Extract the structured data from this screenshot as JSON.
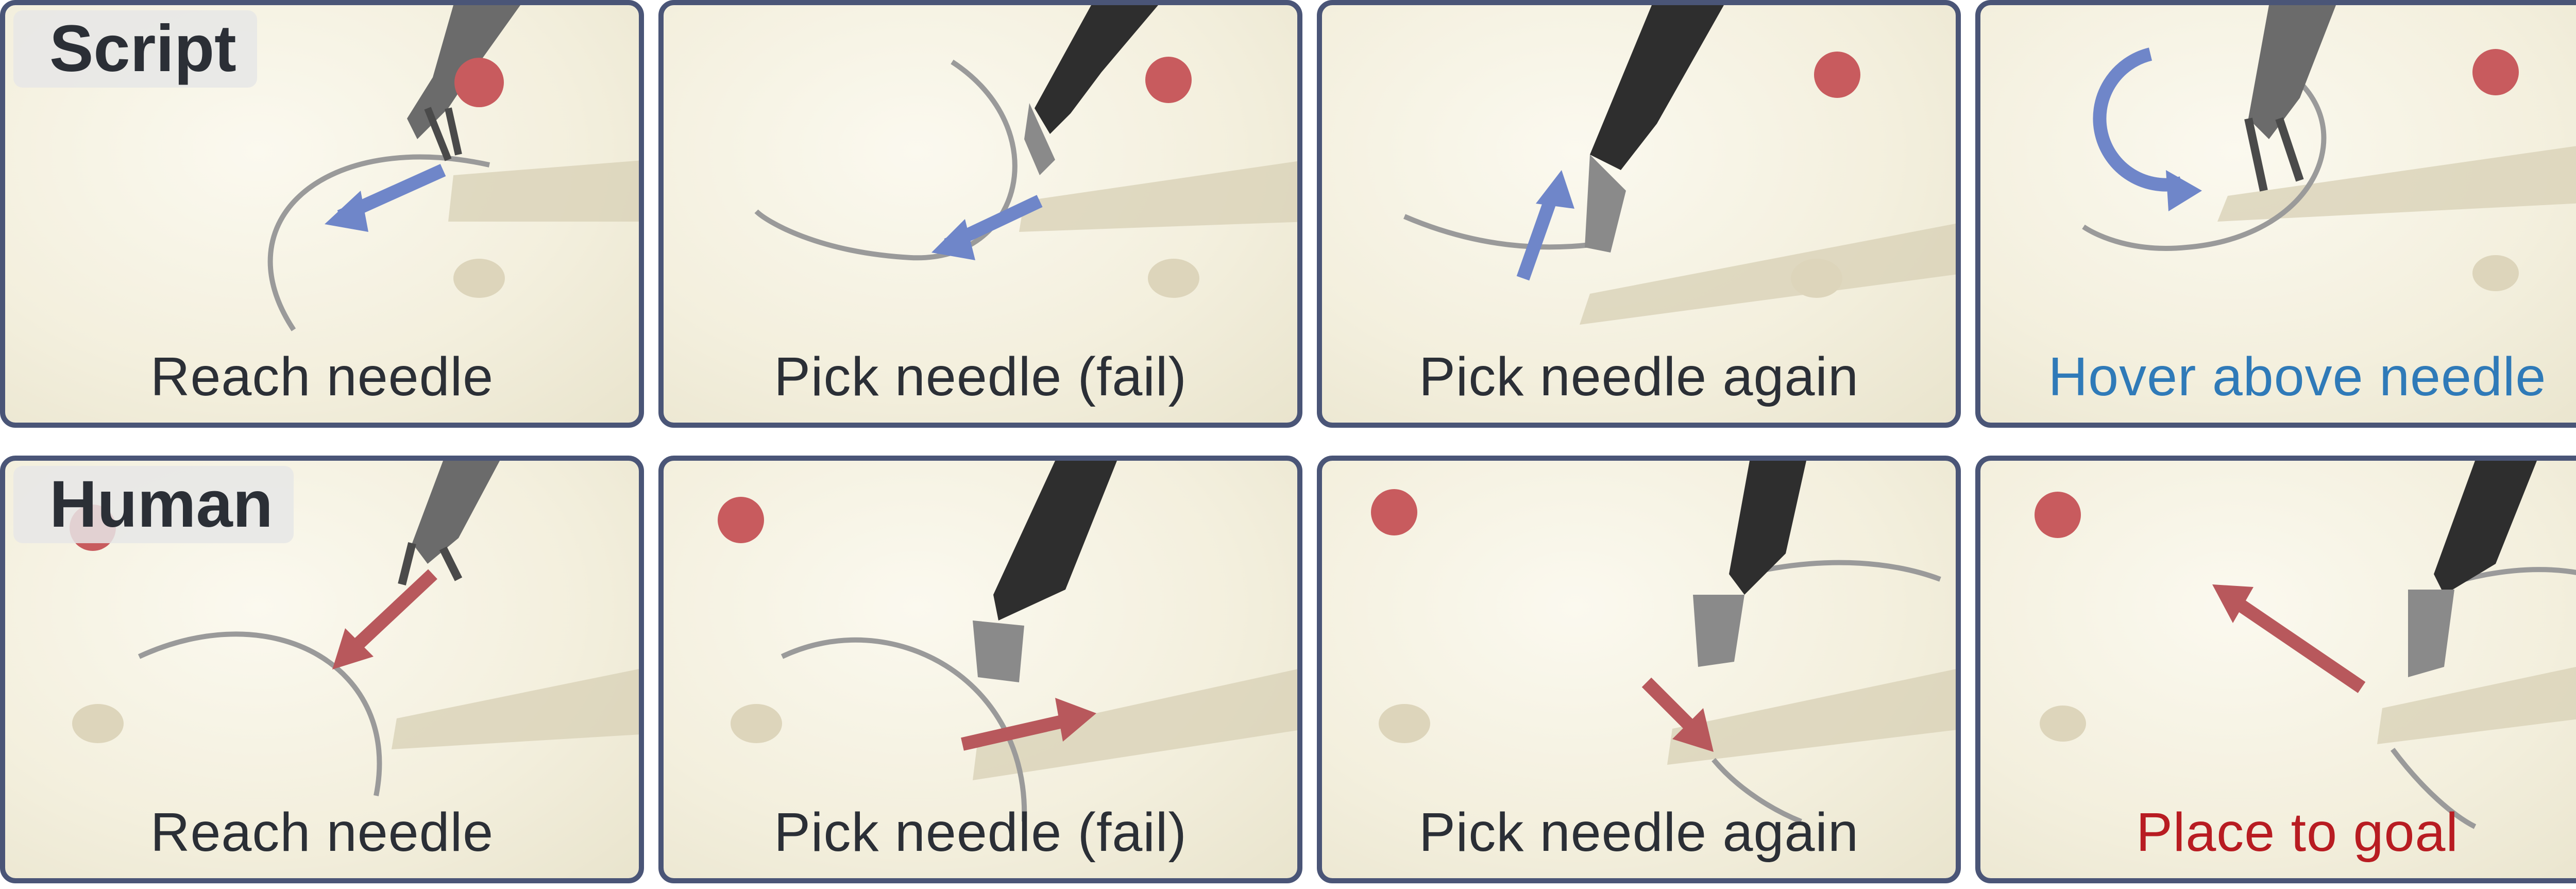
{
  "rows": [
    {
      "label": "Script",
      "panels": [
        {
          "caption": "Reach needle"
        },
        {
          "caption": "Pick needle (fail)"
        },
        {
          "caption": "Pick needle again"
        },
        {
          "caption": "Hover above needle"
        }
      ]
    },
    {
      "label": "Human",
      "panels": [
        {
          "caption": "Reach needle"
        },
        {
          "caption": "Pick needle (fail)"
        },
        {
          "caption": "Pick needle again"
        },
        {
          "caption": "Place to goal"
        }
      ]
    }
  ],
  "colors": {
    "panel_border": "#4a5577",
    "script_arrow": "#6f86c9",
    "human_arrow": "#b8585c",
    "caption_highlight_script": "#2f7ab8",
    "caption_highlight_human": "#b81c22"
  },
  "icons": [
    "robot-gripper-icon",
    "needle-icon",
    "goal-sphere-icon",
    "motion-arrow-icon",
    "rotation-arrow-icon"
  ]
}
